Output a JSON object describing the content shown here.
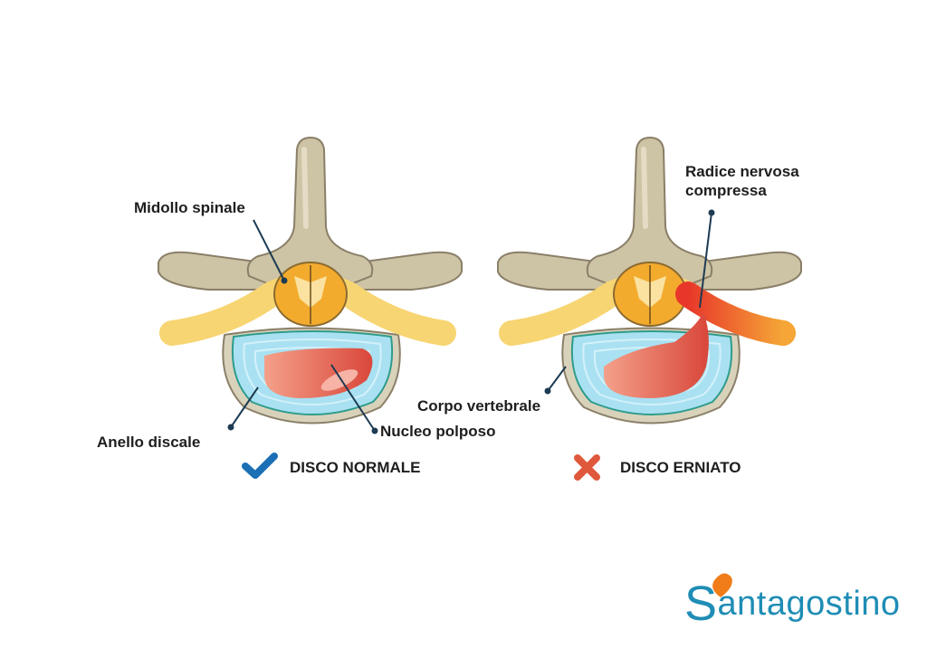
{
  "labels": {
    "midollo": "Midollo spinale",
    "anello": "Anello discale",
    "nucleo": "Nucleo polposo",
    "radice_line1": "Radice nervosa",
    "radice_line2": "compressa",
    "corpo": "Corpo vertebrale"
  },
  "captions": {
    "normal": {
      "text": "DISCO NORMALE",
      "icon": "check-icon",
      "color": "#1a6fb5"
    },
    "herniated": {
      "text": "DISCO ERNIATO",
      "icon": "cross-icon",
      "color": "#e0583c"
    }
  },
  "logo": {
    "text": "Santagostino",
    "first_letter": "S",
    "rest": "antagostino",
    "color": "#1f8db5",
    "accent": "#f07d1a"
  }
}
